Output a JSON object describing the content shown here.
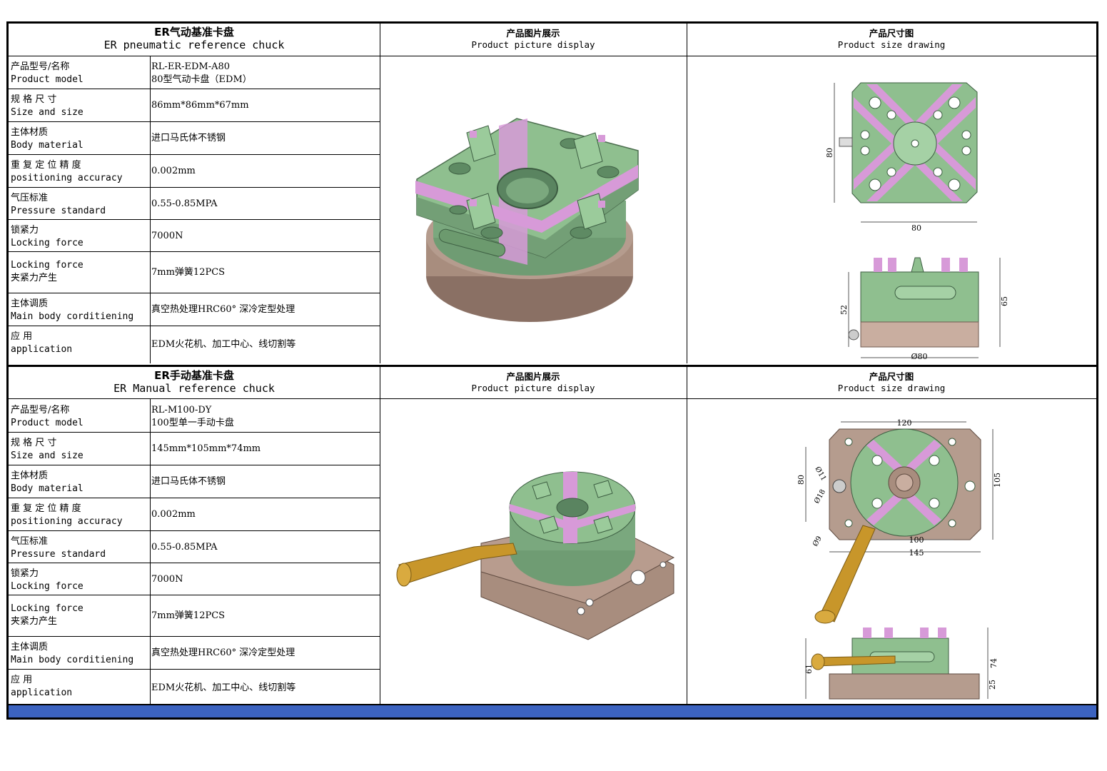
{
  "products": [
    {
      "title_cn": "ER气动基准卡盘",
      "title_en": "ER pneumatic reference chuck",
      "picture_head_cn": "产品图片展示",
      "picture_head_en": "Product picture display",
      "drawing_head_cn": "产品尺寸图",
      "drawing_head_en": "Product size drawing",
      "rows": [
        {
          "label_cn": "产品型号/名称",
          "label_en": "Product model",
          "value": "RL-ER-EDM-A80",
          "value2": "80型气动卡盘（EDM）"
        },
        {
          "label_cn": "规 格 尺 寸",
          "label_en": "Size and size",
          "value": "86mm*86mm*67mm"
        },
        {
          "label_cn": "主体材质",
          "label_en": "Body material",
          "value": "进口马氏体不锈钢"
        },
        {
          "label_cn": "重 复 定 位 精 度",
          "label_en": "positioning accuracy",
          "value": "0.002mm"
        },
        {
          "label_cn": "气压标准",
          "label_en": "Pressure standard",
          "value": "0.55-0.85MPA"
        },
        {
          "label_cn": "锁紧力",
          "label_en": "Locking force",
          "value": "7000N"
        },
        {
          "label_cn": "夹紧力产生",
          "label_en": "Locking force",
          "value": "7mm弹簧12PCS"
        },
        {
          "label_cn": "主体调质",
          "label_en": "Main body corditiening",
          "value": "真空热处理HRC60° 深冷定型处理"
        },
        {
          "label_cn": "应 用",
          "label_en": "application",
          "value": "EDM火花机、加工中心、线切割等"
        }
      ],
      "dims": {
        "top_side": "80",
        "top_bottom": "80",
        "front_left": "52",
        "front_right": "65",
        "front_bottom": "Ø80"
      }
    },
    {
      "title_cn": "ER手动基准卡盘",
      "title_en": "ER Manual reference chuck",
      "picture_head_cn": "产品图片展示",
      "picture_head_en": "Product picture display",
      "drawing_head_cn": "产品尺寸图",
      "drawing_head_en": "Product size drawing",
      "rows": [
        {
          "label_cn": "产品型号/名称",
          "label_en": "Product model",
          "value": "RL-M100-DY",
          "value2": "100型单一手动卡盘"
        },
        {
          "label_cn": "规 格 尺 寸",
          "label_en": "Size and size",
          "value": "145mm*105mm*74mm"
        },
        {
          "label_cn": "主体材质",
          "label_en": "Body material",
          "value": "进口马氏体不锈钢"
        },
        {
          "label_cn": "重 复 定 位 精 度",
          "label_en": "positioning accuracy",
          "value": "0.002mm"
        },
        {
          "label_cn": "气压标准",
          "label_en": "Pressure standard",
          "value": "0.55-0.85MPA"
        },
        {
          "label_cn": "锁紧力",
          "label_en": "Locking force",
          "value": "7000N"
        },
        {
          "label_cn": "夹紧力产生",
          "label_en": "Locking force",
          "value": "7mm弹簧12PCS"
        },
        {
          "label_cn": "主体调质",
          "label_en": "Main body corditiening",
          "value": "真空热处理HRC60° 深冷定型处理"
        },
        {
          "label_cn": "应 用",
          "label_en": "application",
          "value": "EDM火花机、加工中心、线切割等"
        }
      ],
      "dims": {
        "top_120": "120",
        "top_d11": "Ø11",
        "top_80": "80",
        "top_d18": "Ø18",
        "top_d9": "Ø9",
        "top_100": "100",
        "top_145": "145",
        "top_105": "105",
        "front_61": "61",
        "front_74": "74",
        "front_25": "25"
      }
    }
  ],
  "colors": {
    "green": "#8fbf8f",
    "green_dark": "#6c9a6e",
    "pink": "#d79ad8",
    "bronze": "#a88d7e",
    "gold": "#c8962a",
    "band": "#3c63c0"
  }
}
